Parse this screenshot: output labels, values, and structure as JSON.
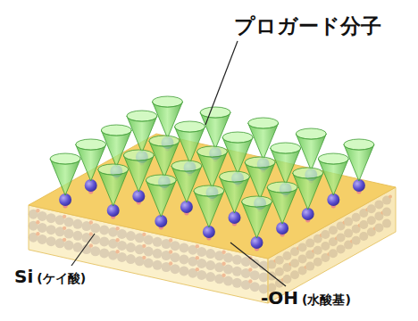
{
  "diagram": {
    "labels": [
      "プロガード分子",
      "Si",
      "(ケイ酸)",
      "-OH",
      "(水酸基)"
    ]
  }
}
